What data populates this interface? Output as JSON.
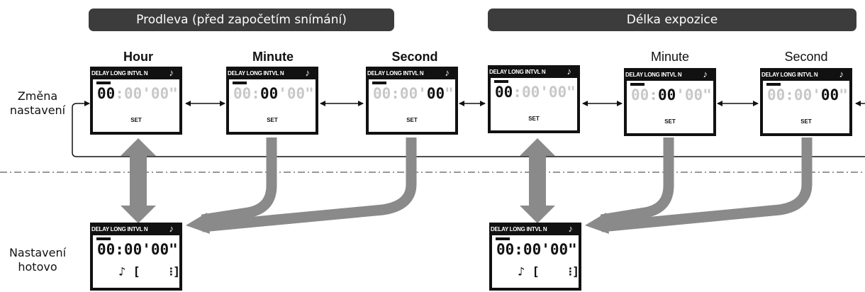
{
  "banners": {
    "delay": "Prodleva (před započetím snímání)",
    "exposure": "Délka expozice"
  },
  "column_headers": {
    "hour": "Hour",
    "minute_1": "Minute",
    "second_1": "Second",
    "minute_2": "Minute",
    "second_2": "Second"
  },
  "side_labels": {
    "change": "Změna nastavení",
    "done": "Nastavení hotovo"
  },
  "lcd": {
    "header": "DELAY LONG INTVL   N",
    "note_icon": "♪",
    "time": "00:00'00\"",
    "set_label": "SET",
    "bracket": "♪ [    ⁝]"
  }
}
